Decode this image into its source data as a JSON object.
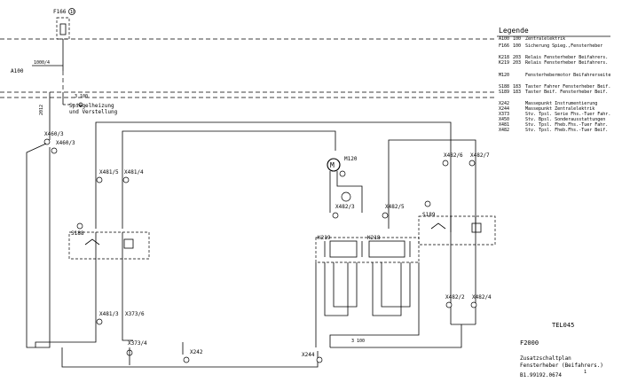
{
  "header": {
    "fuse_label": "F166",
    "fuse_ref": "10",
    "rail_label": "A100"
  },
  "legend": {
    "title": "Legende",
    "entries": [
      {
        "code": "A100",
        "ref": "100",
        "text": "Zentralelektrik"
      },
      {
        "code": "F166",
        "ref": "100",
        "text": "Sicherung Spieg.,Fensterheber"
      },
      {
        "code": "K218",
        "ref": "203",
        "text": "Relais Fensterheber Beifahrers."
      },
      {
        "code": "K219",
        "ref": "203",
        "text": "Relais Fensterheber Beifahrers."
      },
      {
        "code": "M120",
        "ref": "",
        "text": "Fensterhebermotor Beifahrerseite"
      },
      {
        "code": "S188",
        "ref": "183",
        "text": "Taster Fahrer Fensterheber Beif."
      },
      {
        "code": "S189",
        "ref": "183",
        "text": "Taster Beif. Fensterheber Beif."
      },
      {
        "code": "X242",
        "ref": "",
        "text": "Massepunkt Instrumentierung"
      },
      {
        "code": "X244",
        "ref": "",
        "text": "Massepunkt Zentralelektrik"
      },
      {
        "code": "X373",
        "ref": "",
        "text": "Stv. Tpsl. Serie Fhs.-Tuer Fahr."
      },
      {
        "code": "X450",
        "ref": "",
        "text": "Stv. Bpsl. Sonderausstattungen"
      },
      {
        "code": "X481",
        "ref": "",
        "text": "Stv. Tpsl. Fheb.Fhs.-Tuer Fahr."
      },
      {
        "code": "X482",
        "ref": "",
        "text": "Stv. Tpsl. Fheb.Fhs.-Tuer Beif."
      }
    ]
  },
  "notes": {
    "mirror_line1": "Spiegelheizung",
    "mirror_line2": "und Verstellung"
  },
  "connectors": {
    "x460_3a": "X460/3",
    "x460_3b": "X460/3",
    "x481_5": "X481/5",
    "x481_4": "X481/4",
    "x481_3": "X481/3",
    "x373_6": "X373/6",
    "x373_4": "X373/4",
    "x242": "X242",
    "x244": "X244",
    "m120": "M120",
    "x482_3": "X482/3",
    "x482_5a": "X482/5",
    "x482_6": "X482/6",
    "x482_7": "X482/7",
    "x482_2": "X482/2",
    "x482_4": "X482/4",
    "k219": "K219",
    "k218": "K218",
    "s188": "S188",
    "s189": "S189"
  },
  "wire_codes": {
    "w1": "2012",
    "w2": "3 100",
    "w3": "1000/4",
    "w4": "3 100"
  },
  "title_block": {
    "code": "TEL045",
    "drawing": "F2000",
    "line1": "Zusatzschaltplan",
    "line2": "Fensterheber (Beifahrers.)",
    "number": "B1.99192.0674",
    "revision": "1"
  }
}
